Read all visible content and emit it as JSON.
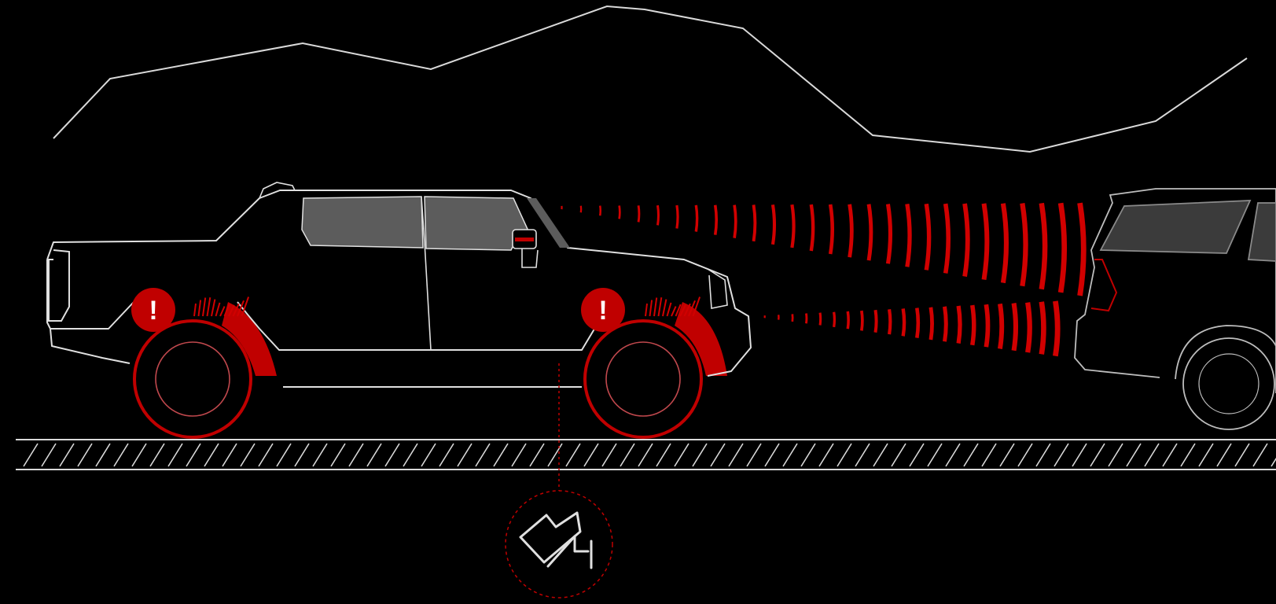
{
  "scene": {
    "title": "",
    "colors": {
      "background": "#000000",
      "outline": "#d9d9d9",
      "alert": "#c00000",
      "radar": "#d10000",
      "glass": "#5c5c5c",
      "glass_dark": "#3b3b3b"
    },
    "alerts": [
      {
        "id": "rear-wheel",
        "glyph": "!"
      },
      {
        "id": "front-wheel",
        "glyph": "!"
      }
    ],
    "icons": {
      "brake_pedal": "brake-pedal-icon",
      "warning": "exclamation-icon"
    },
    "radar_beams": {
      "upper": {
        "source": "windshield-camera",
        "stripe_count": 28
      },
      "lower": {
        "source": "front-bumper-radar",
        "stripe_count": 22
      }
    }
  }
}
